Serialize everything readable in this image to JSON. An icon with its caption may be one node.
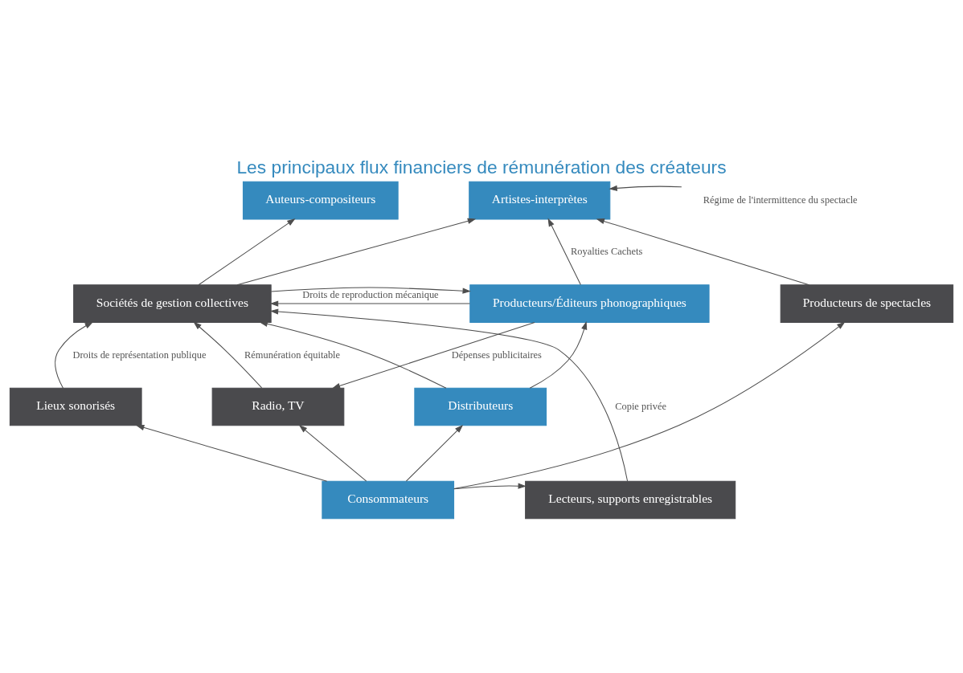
{
  "diagram": {
    "title": "Les principaux flux financiers de rémunération des créateurs",
    "nodes": [
      {
        "text": [
          "Auteurs-compositeurs"
        ]
      },
      {
        "text": [
          "Artistes-interprètes"
        ]
      },
      {
        "text": [
          "Régime de l'intermittence du spectacle"
        ]
      },
      {
        "text": [
          "Sociétés de gestion collectives"
        ]
      },
      {
        "text": [
          "Producteurs/Éditeurs phonographiques"
        ]
      },
      {
        "text": [
          "Producteurs de spectacles"
        ]
      },
      {
        "text": [
          "Lieux sonorisés"
        ]
      },
      {
        "text": [
          "Radio, TV"
        ]
      },
      {
        "text": [
          "Distributeurs"
        ]
      },
      {
        "text": [
          "Lecteurs, supports enregistrables"
        ]
      },
      {
        "text": [
          "Consommateurs"
        ]
      }
    ],
    "edges": [
      {
        "from": 3,
        "to": 0,
        "arrow": "to"
      },
      {
        "from": 3,
        "to": 1,
        "arrow": "to"
      },
      {
        "from": 2,
        "to": 1,
        "arrow": "to"
      },
      {
        "from": 4,
        "to": 1,
        "arrow": "to",
        "label": "Royalties Cachets"
      },
      {
        "from": 4,
        "to": 3,
        "arrow": "to",
        "label": "Droits de reproduction mécanique"
      },
      {
        "from": 3,
        "to": 4,
        "arrow": "to"
      },
      {
        "from": 5,
        "to": 1,
        "arrow": "to"
      },
      {
        "from": 4,
        "to": 7,
        "arrow": "to",
        "label": "Dépenses publicitaires"
      },
      {
        "from": 6,
        "to": 3,
        "arrow": "to",
        "label": "Droits de représentation publique"
      },
      {
        "from": 7,
        "to": 3,
        "arrow": "to",
        "label": "Rémunération équitable"
      },
      {
        "from": 8,
        "to": 3,
        "arrow": "to"
      },
      {
        "from": 8,
        "to": 4,
        "arrow": "to"
      },
      {
        "from": 10,
        "to": 6,
        "arrow": "to"
      },
      {
        "from": 10,
        "to": 7,
        "arrow": "to"
      },
      {
        "from": 10,
        "to": 8,
        "arrow": "to"
      },
      {
        "from": 10,
        "to": 9,
        "arrow": "to"
      },
      {
        "from": 10,
        "to": 5,
        "arrow": "to"
      },
      {
        "from": 9,
        "to": 3,
        "arrow": "to",
        "label": "Copie privée"
      }
    ]
  }
}
